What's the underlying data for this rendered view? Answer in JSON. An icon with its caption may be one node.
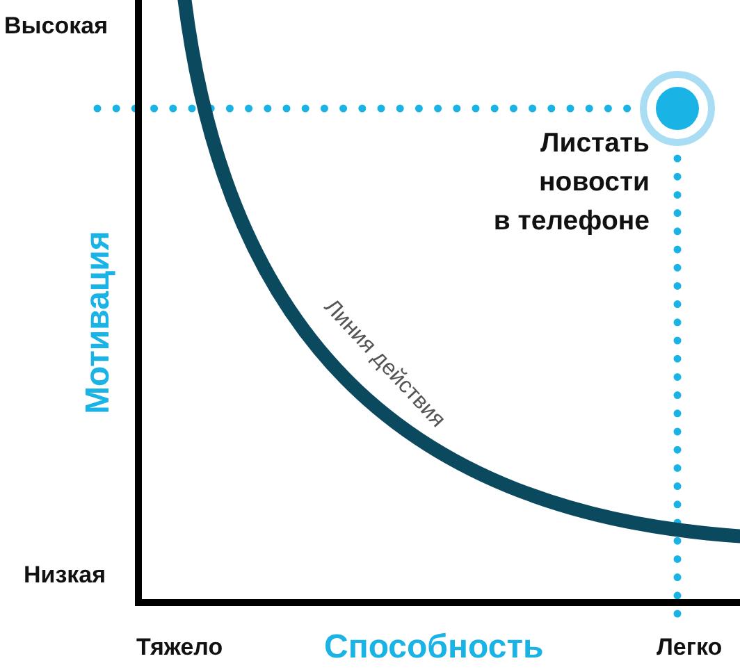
{
  "diagram": {
    "labels": [
      "Высокая",
      "Листать новости в телефоне",
      "Мотивация",
      "Линия действия",
      "Низкая",
      "Тяжело",
      "Способность",
      "Легко"
    ]
  }
}
